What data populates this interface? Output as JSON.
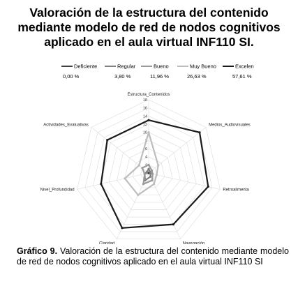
{
  "title": {
    "line1": "Valoración de la estructura del contenido",
    "line2": "mediante modelo de red de nodos cognitivos",
    "line3": "aplicado en el aula virtual INF110 SI."
  },
  "legend": [
    {
      "name": "Deficiente",
      "pct": "0,00 %",
      "color": "#404040"
    },
    {
      "name": "Regular",
      "pct": "3,80 %",
      "color": "#808080"
    },
    {
      "name": "Bueno",
      "pct": "11,96 %",
      "color": "#9a9a9a"
    },
    {
      "name": "Muy Bueno",
      "pct": "26,63 %",
      "color": "#bdbdbd"
    },
    {
      "name": "Excelen",
      "pct": "57,61 %",
      "color": "#1a1a1a"
    }
  ],
  "chart_data": {
    "type": "radar",
    "axes": [
      "Estructura_Contenidos",
      "Medios_Audiovisuales",
      "Retroalimenta",
      "Navegación",
      "Claridad",
      "Nivel_Profundidad",
      "Actividades_Evaluativas"
    ],
    "ticks": [
      "0",
      "2",
      "4",
      "6",
      "8",
      "10",
      "12",
      "14",
      "16",
      "18"
    ],
    "rmax": 18,
    "grid": true,
    "legend_position": "top",
    "series": [
      {
        "name": "Deficiente",
        "values": [
          0,
          0,
          0,
          0,
          0,
          0,
          0
        ],
        "color": "#404040"
      },
      {
        "name": "Regular",
        "values": [
          1,
          0.5,
          0.5,
          1,
          2,
          1,
          0.5
        ],
        "color": "#808080"
      },
      {
        "name": "Bueno",
        "values": [
          2,
          1,
          1,
          2,
          3,
          1,
          2
        ],
        "color": "#9a9a9a"
      },
      {
        "name": "Muy Bueno",
        "values": [
          10,
          3,
          2,
          3,
          6,
          6,
          3
        ],
        "color": "#bdbdbd"
      },
      {
        "name": "Excelen",
        "values": [
          13,
          16,
          15,
          14,
          15,
          12,
          13
        ],
        "color": "#1a1a1a"
      }
    ]
  },
  "caption": {
    "label": "Gráfico 9.",
    "text": " Valoración de la estructura del contenido mediante modelo de red de nodos cognitivos aplicado en el aula virtual INF110 SI"
  }
}
